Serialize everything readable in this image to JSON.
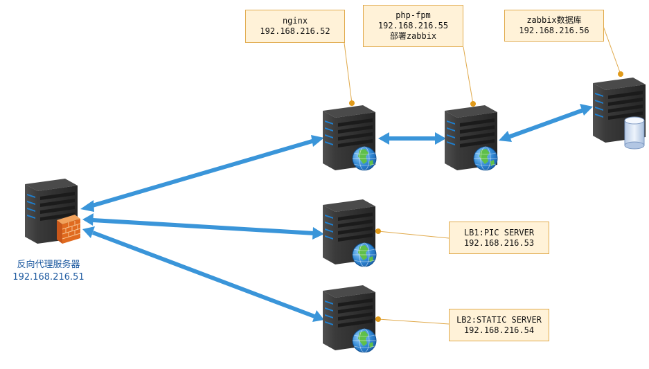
{
  "colors": {
    "link": "#3a95d9",
    "note_bg": "#fff2d8",
    "note_border": "#e0a94a",
    "server_body": "#2d2d2d",
    "server_accent": "#1d7fd0"
  },
  "proxy": {
    "name": "反向代理服务器",
    "ip": "192.168.216.51",
    "icon": "firewall-server-icon"
  },
  "nginx": {
    "line1": "nginx",
    "line2": "192.168.216.52",
    "icon": "web-server-icon"
  },
  "phpfpm": {
    "line1": "php-fpm",
    "line2": "192.168.216.55",
    "line3": "部署zabbix",
    "icon": "web-server-icon"
  },
  "zabbix_db": {
    "line1": "zabbix数据库",
    "line2": "192.168.216.56",
    "icon": "database-server-icon"
  },
  "lb1": {
    "line1": "LB1:PIC SERVER",
    "line2": "192.168.216.53",
    "icon": "web-server-icon"
  },
  "lb2": {
    "line1": "LB2:STATIC SERVER",
    "line2": "192.168.216.54",
    "icon": "web-server-icon"
  }
}
